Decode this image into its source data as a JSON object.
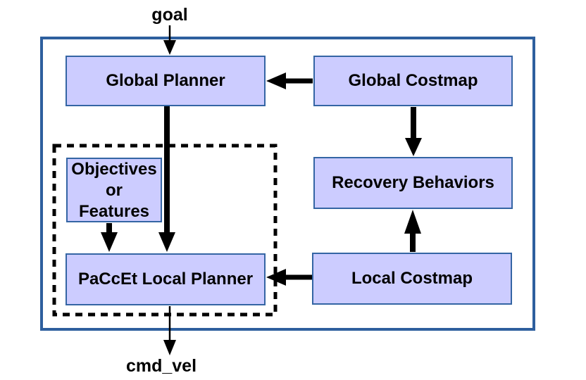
{
  "diagram": {
    "goal_label": "goal",
    "cmd_vel_label": "cmd_vel",
    "nodes": {
      "global_planner": {
        "label": "Global Planner"
      },
      "global_costmap": {
        "label": "Global Costmap"
      },
      "recovery_behaviors": {
        "label": "Recovery Behaviors"
      },
      "objectives_features": {
        "line1": "Objectives",
        "line2": "or",
        "line3": "Features"
      },
      "paccet_local_planner": {
        "label": "PaCcEt Local Planner"
      },
      "local_costmap": {
        "label": "Local Costmap"
      }
    },
    "edges": [
      {
        "from": "goal",
        "to": "global_planner",
        "style": "thin-arrow"
      },
      {
        "from": "global_costmap",
        "to": "global_planner",
        "style": "thick-arrow"
      },
      {
        "from": "global_costmap",
        "to": "recovery_behaviors",
        "style": "thick-arrow"
      },
      {
        "from": "global_planner",
        "to": "paccet_local_planner",
        "style": "thick-arrow"
      },
      {
        "from": "objectives_features",
        "to": "paccet_local_planner",
        "style": "thick-arrow"
      },
      {
        "from": "local_costmap",
        "to": "recovery_behaviors",
        "style": "thick-arrow"
      },
      {
        "from": "local_costmap",
        "to": "paccet_local_planner",
        "style": "thick-arrow"
      },
      {
        "from": "paccet_local_planner",
        "to": "cmd_vel",
        "style": "thin-arrow"
      }
    ],
    "colors": {
      "background": "#ffffff",
      "node_fill": "#ccccff",
      "node_border": "#3465a4",
      "outer_border": "#2e5f9e",
      "dashed_border": "#000000",
      "arrow": "#000000",
      "text": "#000000"
    }
  }
}
